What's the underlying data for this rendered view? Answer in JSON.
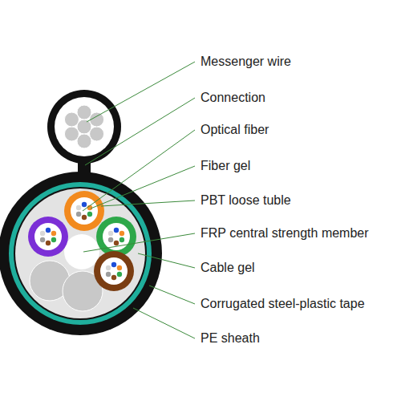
{
  "diagram": {
    "labels": [
      "Messenger wire",
      "Connection",
      "Optical fiber",
      "Fiber gel",
      "PBT loose tuble",
      "FRP central strength member",
      "Cable gel",
      "Corrugated steel-plastic tape",
      "PE sheath"
    ]
  }
}
